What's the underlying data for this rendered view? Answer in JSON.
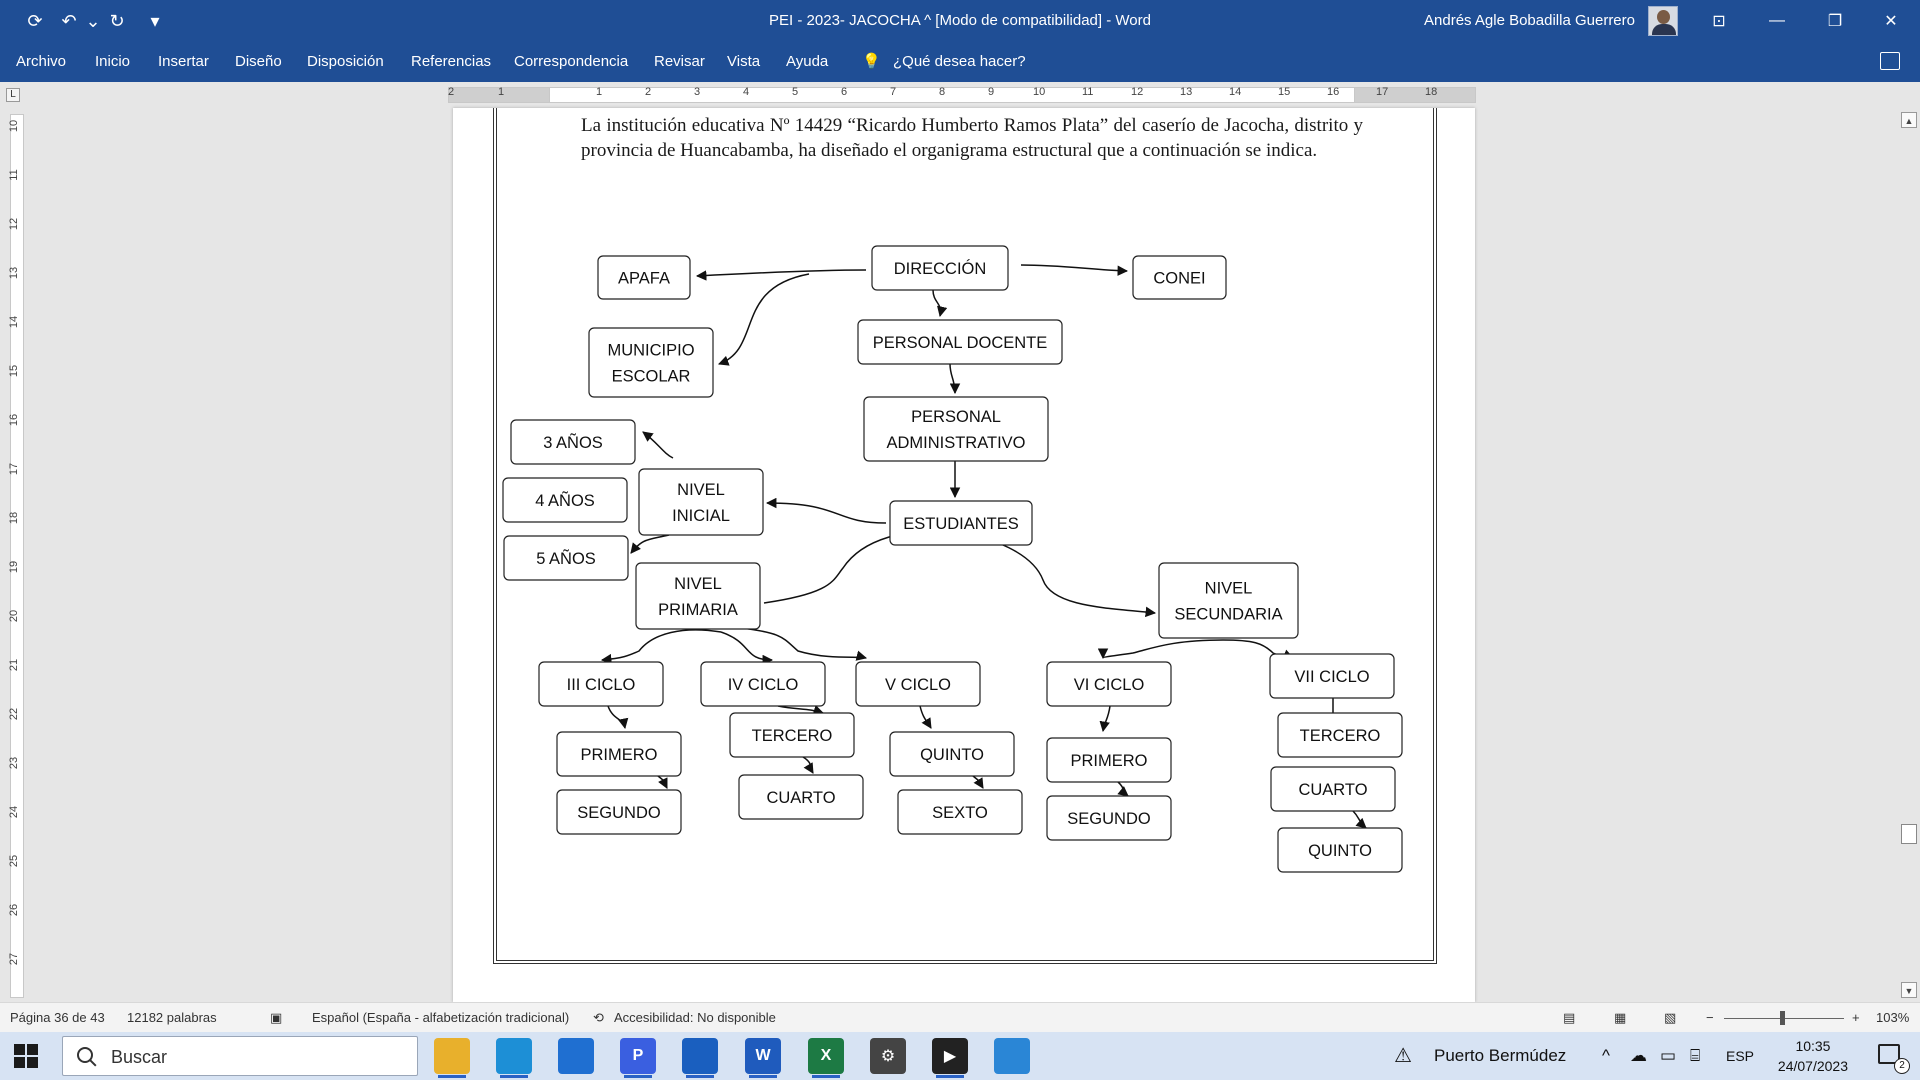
{
  "window": {
    "title": "PEI - 2023- JACOCHA ^ [Modo de compatibilidad]  -  Word",
    "user_name": "Andrés Agle Bobadilla Guerrero",
    "accent": "#1f4e95"
  },
  "quick_access": [
    {
      "icon": "autosave-icon",
      "glyph": "⟳"
    },
    {
      "icon": "undo-icon",
      "glyph": "↶"
    },
    {
      "icon": "undo-dropdown-icon",
      "glyph": "⌄"
    },
    {
      "icon": "redo-icon",
      "glyph": "↻"
    },
    {
      "icon": "customize-quick-access-icon",
      "glyph": "▾"
    }
  ],
  "window_controls": [
    {
      "icon": "ribbon-display-icon",
      "glyph": "⊡"
    },
    {
      "icon": "minimize-icon",
      "glyph": "—"
    },
    {
      "icon": "restore-icon",
      "glyph": "❐"
    },
    {
      "icon": "close-icon",
      "glyph": "✕"
    }
  ],
  "menu": {
    "items": [
      "Archivo",
      "Inicio",
      "Insertar",
      "Diseño",
      "Disposición",
      "Referencias",
      "Correspondencia",
      "Revisar",
      "Vista",
      "Ayuda"
    ],
    "tell_me": "¿Qué desea hacer?"
  },
  "ruler": {
    "top_numbers": [
      "2",
      "1",
      "1",
      "2",
      "3",
      "4",
      "5",
      "6",
      "7",
      "8",
      "9",
      "10",
      "11",
      "12",
      "13",
      "14",
      "15",
      "16",
      "17",
      "18"
    ],
    "left_numbers": [
      "10",
      "11",
      "12",
      "13",
      "14",
      "15",
      "16",
      "17",
      "18",
      "19",
      "20",
      "21",
      "22",
      "23",
      "24",
      "25",
      "26",
      "27"
    ]
  },
  "document": {
    "paragraph": "La institución educativa Nº 14429 “Ricardo Humberto Ramos Plata” del caserío de Jacocha, distrito y provincia de Huancabamba, ha diseñado el organigrama estructural que a continuación se indica."
  },
  "org_chart": {
    "boxes": [
      {
        "id": "direccion",
        "lines": [
          "DIRECCIÓN"
        ]
      },
      {
        "id": "apafa",
        "lines": [
          "APAFA"
        ]
      },
      {
        "id": "conei",
        "lines": [
          "CONEI"
        ]
      },
      {
        "id": "municipio",
        "lines": [
          "MUNICIPIO",
          "ESCOLAR"
        ]
      },
      {
        "id": "docente",
        "lines": [
          "PERSONAL DOCENTE"
        ]
      },
      {
        "id": "administrativo",
        "lines": [
          "PERSONAL",
          "ADMINISTRATIVO"
        ]
      },
      {
        "id": "estudiantes",
        "lines": [
          "ESTUDIANTES"
        ]
      },
      {
        "id": "inicial",
        "lines": [
          "NIVEL",
          "INICIAL"
        ]
      },
      {
        "id": "anos3",
        "lines": [
          "3 AÑOS"
        ]
      },
      {
        "id": "anos4",
        "lines": [
          "4 AÑOS"
        ]
      },
      {
        "id": "anos5",
        "lines": [
          "5 AÑOS"
        ]
      },
      {
        "id": "primaria",
        "lines": [
          "NIVEL",
          "PRIMARIA"
        ]
      },
      {
        "id": "secundaria",
        "lines": [
          "NIVEL",
          "SECUNDARIA"
        ]
      },
      {
        "id": "ciclo3",
        "lines": [
          "III CICLO"
        ]
      },
      {
        "id": "ciclo4",
        "lines": [
          "IV CICLO"
        ]
      },
      {
        "id": "ciclo5",
        "lines": [
          "V CICLO"
        ]
      },
      {
        "id": "ciclo6",
        "lines": [
          "VI CICLO"
        ]
      },
      {
        "id": "ciclo7",
        "lines": [
          "VII CICLO"
        ]
      },
      {
        "id": "p_primero",
        "lines": [
          "PRIMERO"
        ]
      },
      {
        "id": "p_segundo",
        "lines": [
          "SEGUNDO"
        ]
      },
      {
        "id": "p_tercero",
        "lines": [
          "TERCERO"
        ]
      },
      {
        "id": "p_cuarto",
        "lines": [
          "CUARTO"
        ]
      },
      {
        "id": "p_quinto",
        "lines": [
          "QUINTO"
        ]
      },
      {
        "id": "p_sexto",
        "lines": [
          "SEXTO"
        ]
      },
      {
        "id": "s_primero",
        "lines": [
          "PRIMERO"
        ]
      },
      {
        "id": "s_segundo",
        "lines": [
          "SEGUNDO"
        ]
      },
      {
        "id": "s_tercero",
        "lines": [
          "TERCERO"
        ]
      },
      {
        "id": "s_cuarto",
        "lines": [
          "CUARTO"
        ]
      },
      {
        "id": "s_quinto",
        "lines": [
          "QUINTO"
        ]
      }
    ]
  },
  "status": {
    "page": "Página 36 de 43",
    "words": "12182 palabras",
    "language": "Español (España - alfabetización tradicional)",
    "accessibility": "Accesibilidad: No disponible",
    "zoom": "103%"
  },
  "taskbar": {
    "search_placeholder": "Buscar",
    "apps": [
      {
        "icon": "file-explorer-icon",
        "label": "",
        "color": "#e8b02c"
      },
      {
        "icon": "edge-icon",
        "label": "",
        "color": "#1d8fd6"
      },
      {
        "icon": "mail-icon",
        "label": "",
        "color": "#1f6fd1"
      },
      {
        "icon": "p-app-icon",
        "label": "P",
        "color": "#3a5fe0"
      },
      {
        "icon": "shield-app-icon",
        "label": "",
        "color": "#1a5fbf"
      },
      {
        "icon": "word-icon",
        "label": "W",
        "color": "#1f5bbd"
      },
      {
        "icon": "excel-icon",
        "label": "X",
        "color": "#1d7a44"
      },
      {
        "icon": "settings-icon",
        "label": "⚙",
        "color": "#444"
      },
      {
        "icon": "media-player-icon",
        "label": "▶",
        "color": "#222"
      },
      {
        "icon": "photos-icon",
        "label": "",
        "color": "#2a86d6"
      }
    ],
    "weather": "Puerto Bermúdez",
    "language": "ESP",
    "time": "10:35",
    "date": "24/07/2023",
    "notification_count": "2"
  }
}
